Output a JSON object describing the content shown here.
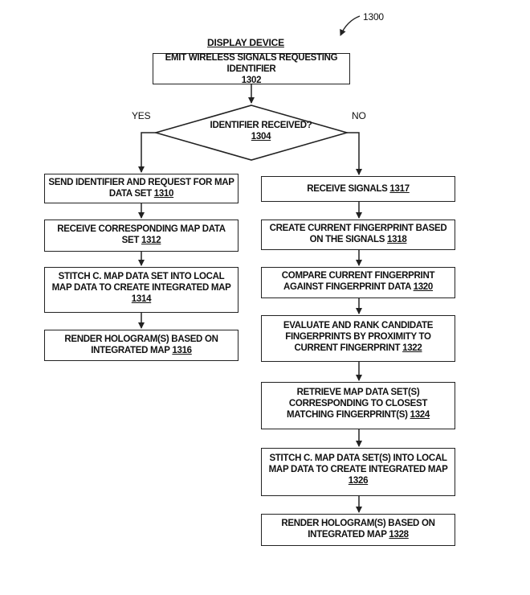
{
  "figure_number": "1300",
  "header": "DISPLAY DEVICE",
  "start": {
    "text": "EMIT WIRELESS SIGNALS REQUESTING IDENTIFIER",
    "ref": "1302"
  },
  "decision": {
    "text": "IDENTIFIER RECEIVED?",
    "ref": "1304",
    "yes_label": "YES",
    "no_label": "NO"
  },
  "yes_branch": [
    {
      "text": "SEND IDENTIFIER AND REQUEST FOR MAP DATA SET",
      "ref": "1310"
    },
    {
      "text": "RECEIVE CORRESPONDING MAP DATA SET",
      "ref": "1312"
    },
    {
      "text": "STITCH C. MAP DATA SET INTO LOCAL MAP DATA TO CREATE INTEGRATED MAP",
      "ref": "1314"
    },
    {
      "text": "RENDER HOLOGRAM(S) BASED ON INTEGRATED MAP",
      "ref": "1316"
    }
  ],
  "no_branch": [
    {
      "text": "RECEIVE SIGNALS",
      "ref": "1317"
    },
    {
      "text": "CREATE CURRENT FINGERPRINT BASED ON THE SIGNALS",
      "ref": "1318"
    },
    {
      "text": "COMPARE CURRENT FINGERPRINT AGAINST FINGERPRINT DATA",
      "ref": "1320"
    },
    {
      "text": "EVALUATE AND RANK CANDIDATE FINGERPRINTS BY PROXIMITY TO CURRENT FINGERPRINT",
      "ref": "1322"
    },
    {
      "text": "RETRIEVE MAP DATA SET(S) CORRESPONDING TO CLOSEST MATCHING FINGERPRINT(S)",
      "ref": "1324"
    },
    {
      "text": "STITCH C. MAP DATA SET(S) INTO LOCAL MAP DATA TO CREATE INTEGRATED MAP",
      "ref": "1326"
    },
    {
      "text": "RENDER HOLOGRAM(S) BASED ON INTEGRATED MAP",
      "ref": "1328"
    }
  ]
}
